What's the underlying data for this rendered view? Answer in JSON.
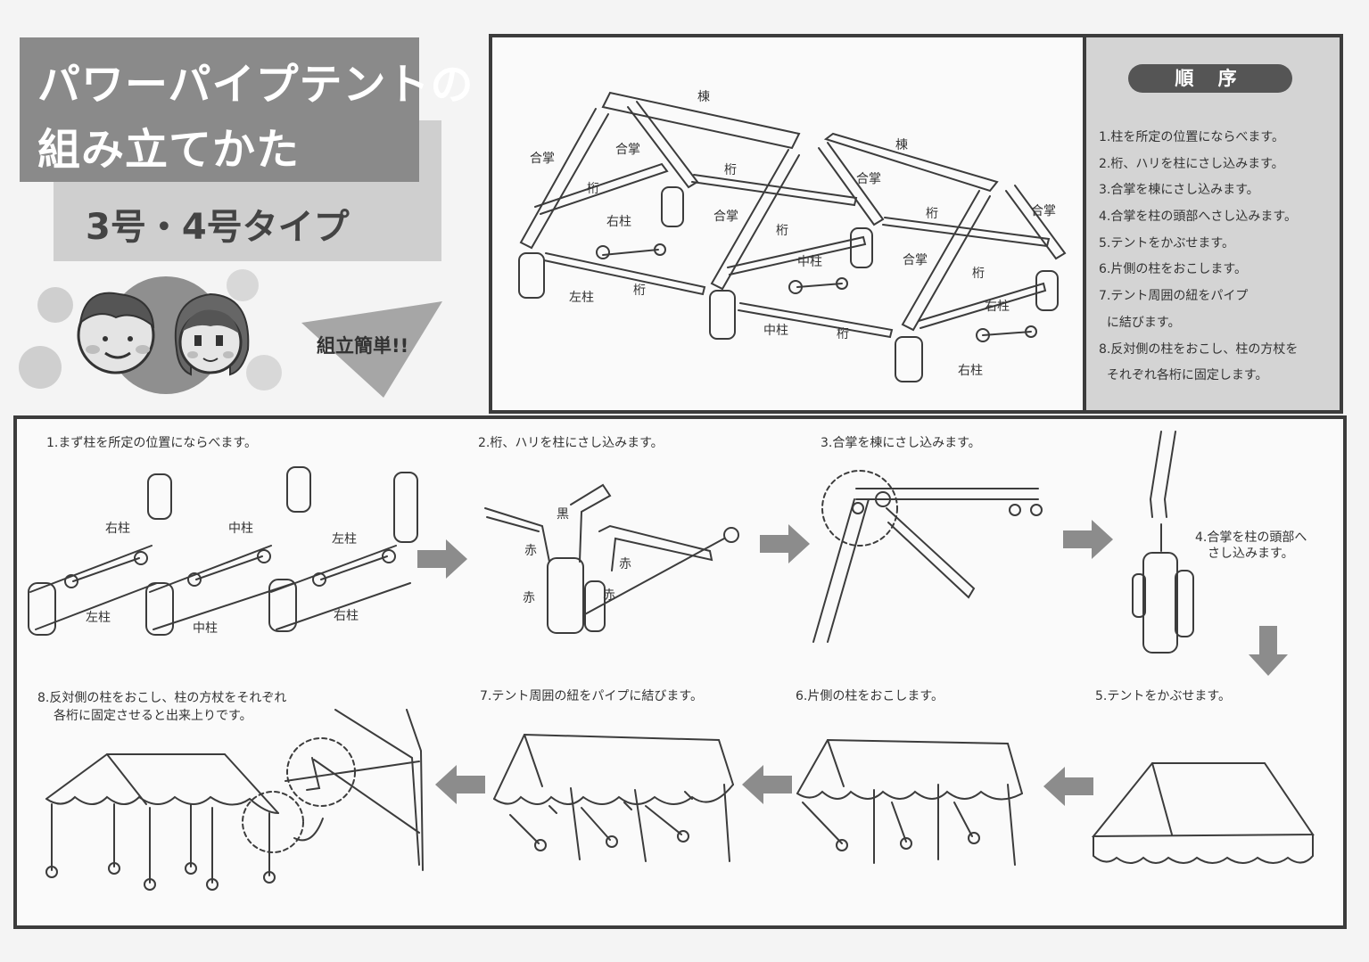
{
  "title": {
    "line1": "パワーパイプテントの",
    "line2": "組み立てかた",
    "subtitle": "3号・4号タイプ",
    "easy": "組立簡単!!"
  },
  "order": {
    "heading": "順 序",
    "items": [
      "1.柱を所定の位置にならべます。",
      "2.桁、ハリを柱にさし込みます。",
      "3.合掌を棟にさし込みます。",
      "4.合掌を柱の頭部へさし込みます。",
      "5.テントをかぶせます。",
      "6.片側の柱をおこします。",
      "7.テント周囲の紐をパイプ",
      "  に結びます。",
      "8.反対側の柱をおこし、柱の方杖を",
      "  それぞれ各桁に固定します。"
    ]
  },
  "frame_labels": {
    "mune": "棟",
    "gassho": "合掌",
    "keta": "桁",
    "migi": "右柱",
    "hidari": "左柱",
    "naka": "中柱"
  },
  "steps": {
    "s1": "1.まず柱を所定の位置にならべます。",
    "s2": "2.桁、ハリを柱にさし込みます。",
    "s3": "3.合掌を棟にさし込みます。",
    "s4a": "4.合掌を柱の頭部へ",
    "s4b": "さし込みます。",
    "s5": "5.テントをかぶせます。",
    "s6": "6.片側の柱をおこします。",
    "s7": "7.テント周囲の紐をパイプに結びます。",
    "s8a": "8.反対側の柱をおこし、柱の方杖をそれぞれ",
    "s8b": "各桁に固定させると出来上りです。"
  },
  "step_labels": {
    "migi": "右柱",
    "naka": "中柱",
    "hidari": "左柱",
    "kuro": "黒",
    "aka": "赤"
  },
  "colors": {
    "frame": "#3c3c3c",
    "arrow": "#8c8c8c",
    "title_bg": "#8a8a8a",
    "panel_bg": "#d4d4d4"
  }
}
